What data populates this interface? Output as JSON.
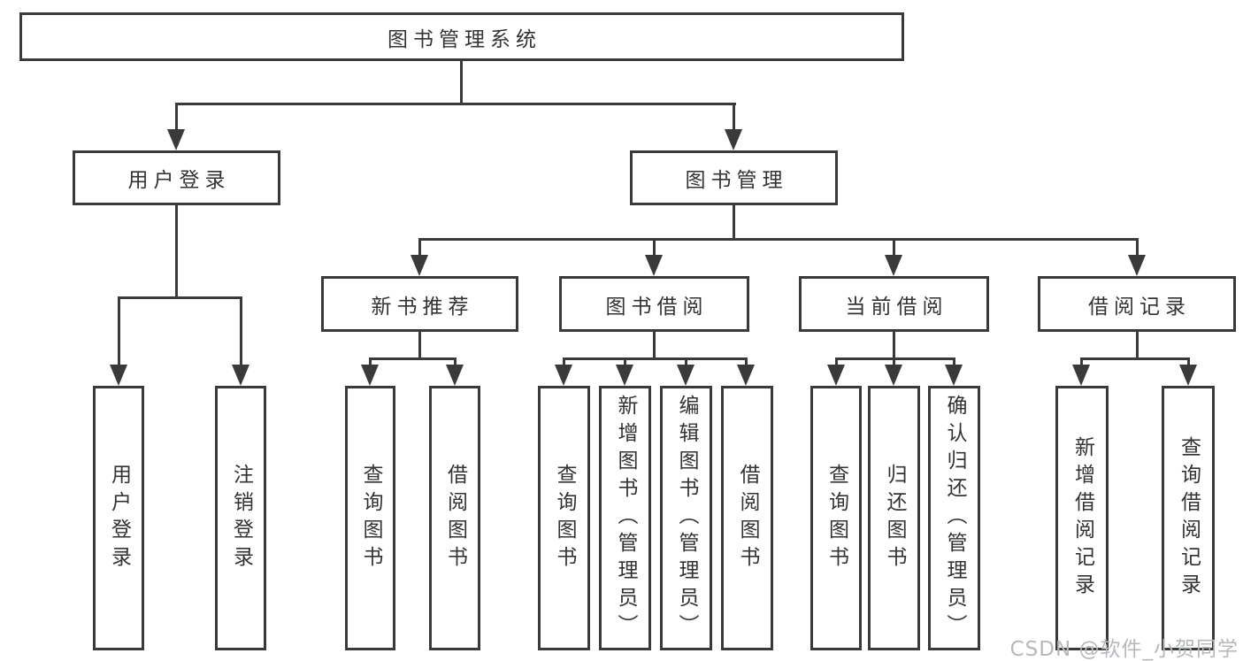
{
  "tree": {
    "root": "图书管理系统",
    "branches": [
      {
        "label": "用户登录",
        "children": [
          "用户登录",
          "注销登录"
        ]
      },
      {
        "label": "图书管理",
        "children": [
          {
            "label": "新书推荐",
            "children": [
              "查询图书",
              "借阅图书"
            ]
          },
          {
            "label": "图书借阅",
            "children": [
              "查询图书",
              "新增图书（管理员）",
              "编辑图书（管理员）",
              "借阅图书"
            ]
          },
          {
            "label": "当前借阅",
            "children": [
              "查询图书",
              "归还图书",
              "确认归还（管理员）"
            ]
          },
          {
            "label": "借阅记录",
            "children": [
              "新增借阅记录",
              "查询借阅记录"
            ]
          }
        ]
      }
    ]
  },
  "watermark": "CSDN @软件_小贺同学",
  "colors": {
    "line": "#3a3a3a",
    "text": "#333333",
    "background": "#ffffff",
    "watermark": "#b5b9bc"
  }
}
